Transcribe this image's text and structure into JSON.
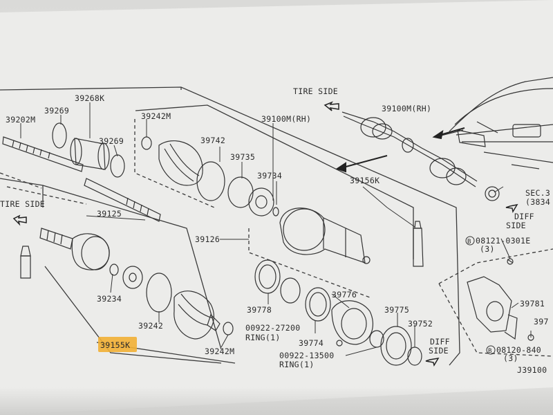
{
  "diagram": {
    "part_labels": {
      "p39202m": "39202M",
      "p39269a": "39269",
      "p39268k": "39268K",
      "p39269b": "39269",
      "p39242m_top": "39242M",
      "p39742": "39742",
      "p39735": "39735",
      "p39100m_rh_center": "39100M(RH)",
      "p39734": "39734",
      "p39156k": "39156K",
      "p39125": "39125",
      "p39126": "39126",
      "p39234": "39234",
      "p39242": "39242",
      "p39155k": "39155K",
      "p39242m_bottom": "39242M",
      "p39778": "39778",
      "p39776": "39776",
      "p39775": "39775",
      "p39752": "39752",
      "p39774": "39774",
      "p00922_27200": "00922-27200",
      "ring1_a": "RING(1)",
      "p00922_13500": "00922-13500",
      "ring1_b": "RING(1)",
      "p39100m_rh_top": "39100M(RH)",
      "sec_3": "SEC.3",
      "sec_3834": "(3834",
      "bolt_a": "08121-0301E",
      "bolt_a_qty": "(3)",
      "p39781": "39781",
      "p397_cut": "397",
      "bolt_b": "08120-840",
      "bolt_b_qty": "(3)",
      "diagram_code": "J39100"
    },
    "direction_labels": {
      "tire_side_top": "TIRE SIDE",
      "tire_side_left": "TIRE SIDE",
      "diff_side_right_1": "DIFF",
      "diff_side_right_2": "SIDE",
      "diff_side_bottom_1": "DIFF",
      "diff_side_bottom_2": "SIDE"
    },
    "highlight_color": "#f2b035",
    "icons": [
      "arrow-icon",
      "circled-b-icon"
    ]
  }
}
